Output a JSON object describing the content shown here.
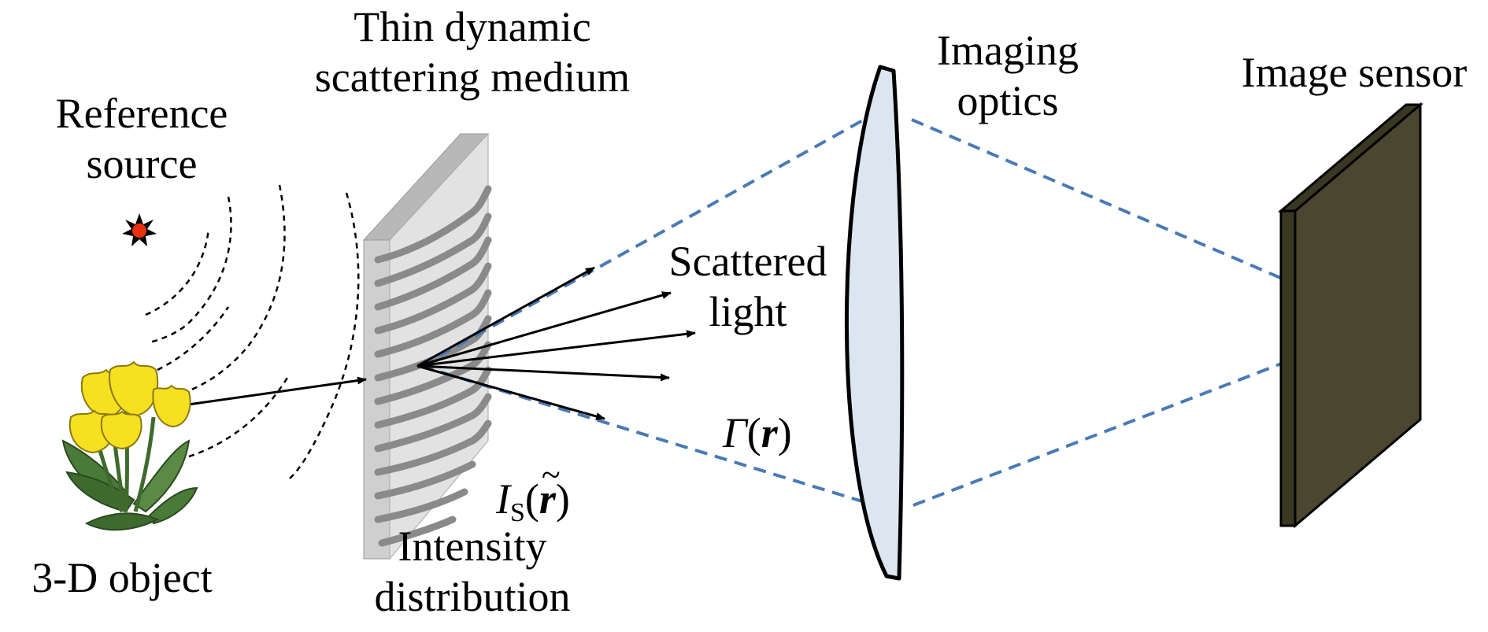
{
  "labels": {
    "medium_line1": "Thin dynamic",
    "medium_line2": "scattering medium",
    "reference_line1": "Reference",
    "reference_line2": "source",
    "imaging_line1": "Imaging",
    "imaging_line2": "optics",
    "sensor": "Image sensor",
    "scattered_line1": "Scattered",
    "scattered_line2": "light",
    "gamma_symbol": "Γ",
    "gamma_arg": "r",
    "intensity_symbol": "I",
    "intensity_sub": "S",
    "intensity_arg": "r",
    "intensity_tilde": "~",
    "intensity_line1": "Intensity",
    "intensity_line2": "distribution",
    "object": "3-D object"
  },
  "colors": {
    "ray_dashed": "#4a7ab5",
    "lens_fill": "#dce6f1",
    "sensor_fill": "#4a4630",
    "sensor_dark": "#3a3722",
    "medium_light": "#d4d4d4",
    "medium_ridge": "#8a8a8a",
    "star": "#e83010",
    "tulip_yellow": "#f7e020",
    "leaf_green": "#4a7a38"
  }
}
